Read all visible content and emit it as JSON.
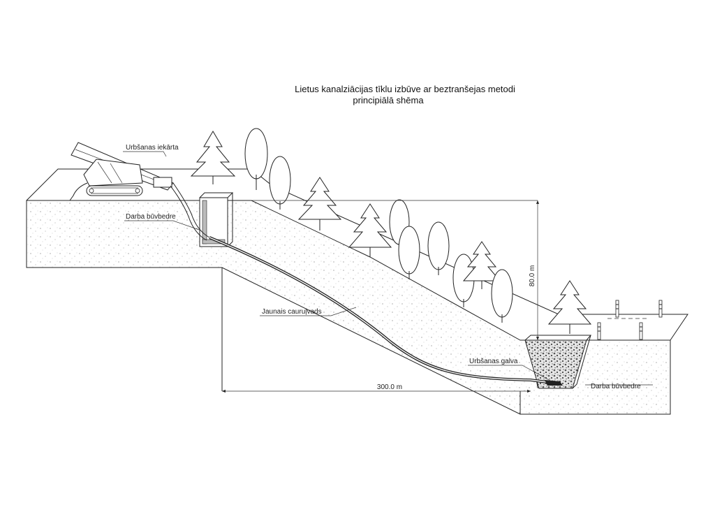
{
  "title": {
    "line1": "Lietus kanalziācijas tīklu izbūve ar beztranšejas metodi",
    "line2": "principiālā shēma"
  },
  "labels": {
    "drilling_rig": "Urbšanas iekārta",
    "work_pit_left": "Darba būvbedre",
    "new_pipeline": "Jaunais cauruļvads",
    "drilling_head": "Urbšanas galva",
    "work_pit_right": "Darba būvbedre"
  },
  "dimensions": {
    "height": "80.0 m",
    "length": "300.0 m"
  },
  "colors": {
    "line": "#222222",
    "background": "#ffffff"
  }
}
